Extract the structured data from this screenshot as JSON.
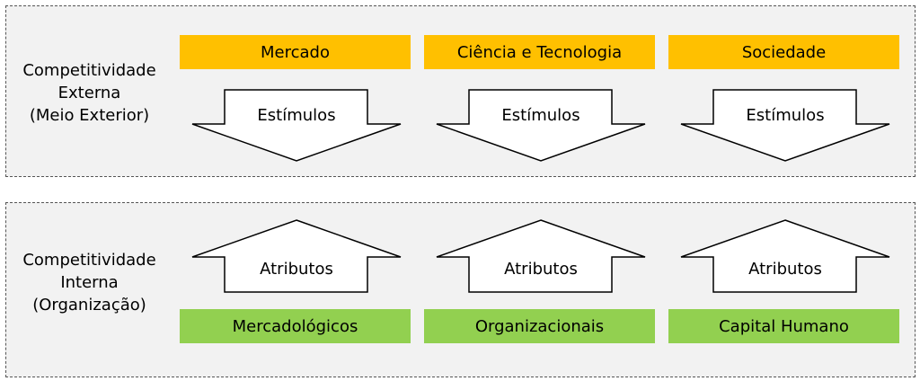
{
  "external": {
    "label_lines": [
      "Competitividade",
      "Externa",
      "(Meio Exterior)"
    ],
    "boxes": [
      "Mercado",
      "Ciência e Tecnologia",
      "Sociedade"
    ],
    "arrow_label": "Estímulos",
    "box_color": "#ffc000"
  },
  "internal": {
    "label_lines": [
      "Competitividade",
      "Interna",
      "(Organização)"
    ],
    "boxes": [
      "Mercadológicos",
      "Organizacionais",
      "Capital Humano"
    ],
    "arrow_label": "Atributos",
    "box_color": "#92d050"
  }
}
